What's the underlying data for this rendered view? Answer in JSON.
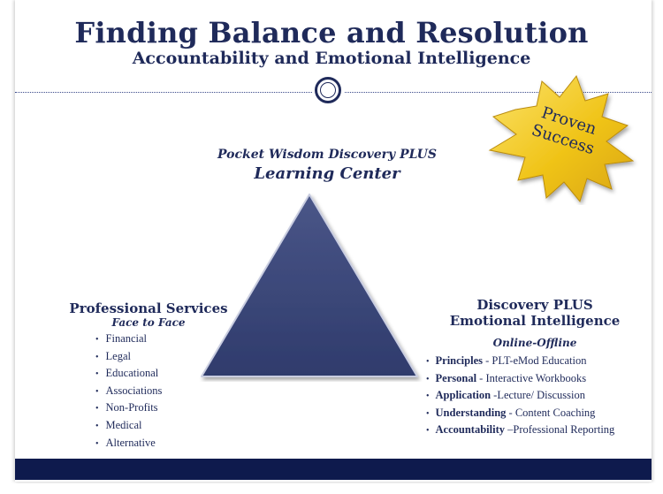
{
  "header": {
    "title": "Finding Balance and Resolution",
    "subtitle": "Accountability and Emotional Intelligence"
  },
  "badge": {
    "line1": "Proven",
    "line2": "Success",
    "fill_color": "#f0c419"
  },
  "learning_center": {
    "line1": "Pocket Wisdom Discovery PLUS",
    "line2": "Learning Center"
  },
  "professional_services": {
    "heading": "Professional Services",
    "subheading": "Face to Face",
    "items": [
      "Financial",
      "Legal",
      "Educational",
      "Associations",
      "Non-Profits",
      "Medical",
      "Alternative"
    ]
  },
  "discovery_plus": {
    "heading_line1": "Discovery PLUS",
    "heading_line2": "Emotional Intelligence",
    "subheading": "Online-Offline",
    "items": [
      {
        "term": "Principles",
        "desc": " - PLT-eMod Education"
      },
      {
        "term": "Personal",
        "desc": " - Interactive Workbooks"
      },
      {
        "term": "Application",
        "desc": " -Lecture/ Discussion"
      },
      {
        "term": "Understanding",
        "desc": " - Content Coaching"
      },
      {
        "term": "Accountability",
        "desc": " –Professional Reporting"
      }
    ]
  },
  "colors": {
    "navy": "#1f2a5a",
    "triangle": "#3a4678",
    "bar": "#0e1a4d"
  }
}
